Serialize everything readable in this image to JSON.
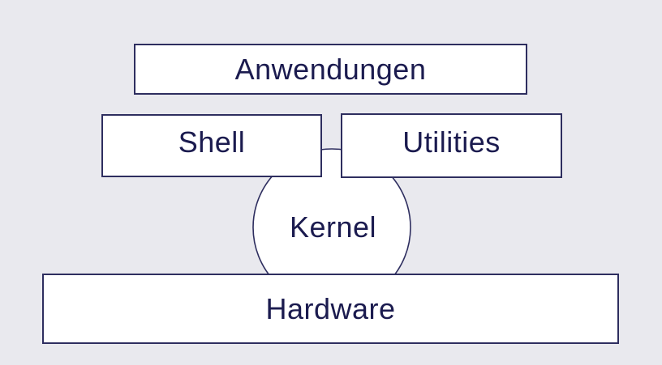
{
  "diagram": {
    "nodes": {
      "anwendungen": {
        "label": "Anwendungen",
        "shape": "rectangle",
        "layer": "top"
      },
      "shell": {
        "label": "Shell",
        "shape": "rectangle",
        "layer": "middle"
      },
      "utilities": {
        "label": "Utilities",
        "shape": "rectangle",
        "layer": "middle"
      },
      "kernel": {
        "label": "Kernel",
        "shape": "circle",
        "layer": "center"
      },
      "hardware": {
        "label": "Hardware",
        "shape": "rectangle",
        "layer": "bottom"
      }
    },
    "colors": {
      "background": "#e9e9ee",
      "node_fill": "#ffffff",
      "node_border": "#2e2e5f",
      "text": "#1b1b4f"
    }
  }
}
